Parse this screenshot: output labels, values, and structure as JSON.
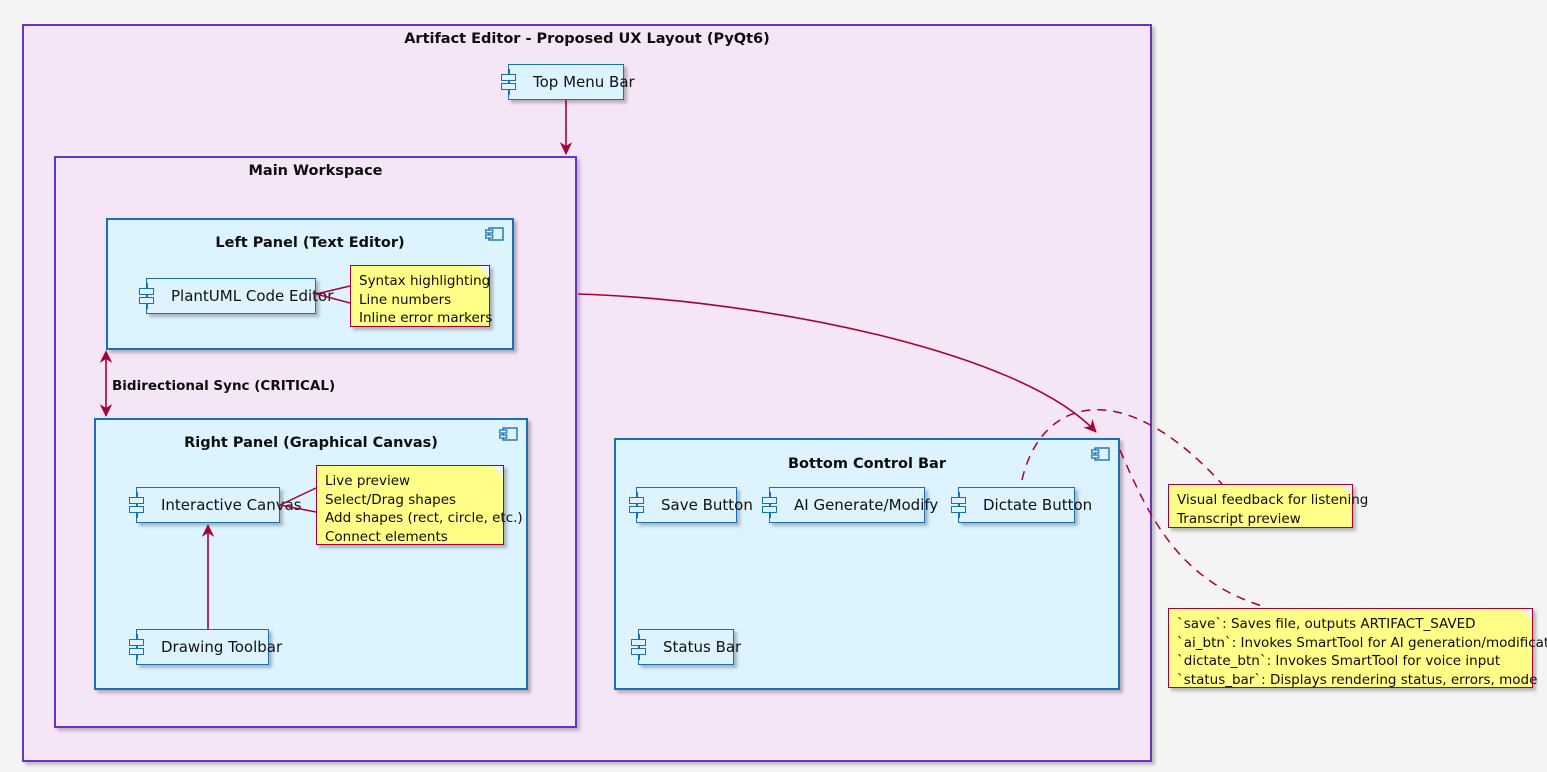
{
  "diagram": {
    "title": "Artifact Editor - Proposed UX Layout (PyQt6)",
    "accent_border": "#6A32C8",
    "package_fill": "#F5E6F7",
    "panel_border": "#1A70B8",
    "panel_fill": "#DDF3FD",
    "note_fill": "#FFFF88",
    "note_border": "#A80036",
    "connector_color": "#A80036",
    "background": "#F2F2EE"
  },
  "top_menu": {
    "label": "Top Menu Bar"
  },
  "workspace": {
    "title": "Main Workspace",
    "left_panel": {
      "title": "Left Panel (Text Editor)",
      "component": "PlantUML Code Editor",
      "note": [
        "Syntax highlighting",
        "Line numbers",
        "Inline error markers"
      ]
    },
    "right_panel": {
      "title": "Right Panel (Graphical Canvas)",
      "components": [
        "Interactive Canvas",
        "Drawing Toolbar"
      ],
      "note": [
        "Live preview",
        "Select/Drag shapes",
        "Add shapes (rect, circle, etc.)",
        "Connect elements"
      ]
    },
    "sync_label": "Bidirectional Sync (CRITICAL)"
  },
  "bottom_bar": {
    "title": "Bottom Control Bar",
    "buttons": [
      "Save Button",
      "AI Generate/Modify",
      "Dictate Button"
    ],
    "status": "Status Bar"
  },
  "notes": {
    "dictate": [
      "Visual feedback for listening",
      "Transcript preview"
    ],
    "controls": [
      "`save`: Saves file, outputs ARTIFACT_SAVED",
      "`ai_btn`: Invokes SmartTool for AI generation/modification",
      "`dictate_btn`: Invokes SmartTool for voice input",
      "`status_bar`: Displays rendering status, errors, mode"
    ]
  }
}
